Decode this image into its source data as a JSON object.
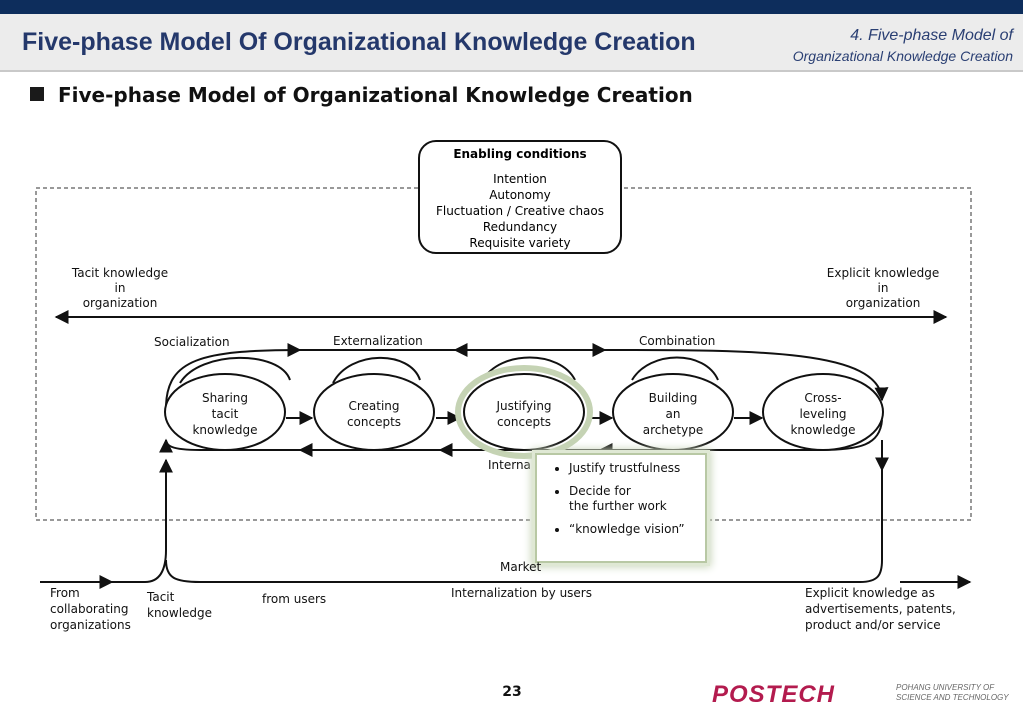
{
  "header": {
    "title": "Five-phase Model Of Organizational Knowledge Creation",
    "subtitle_line1": "4. Five-phase Model of",
    "subtitle_line2": "Organizational Knowledge Creation"
  },
  "section_title": "Five-phase Model of Organizational Knowledge Creation",
  "enabling": {
    "title": "Enabling conditions",
    "items": [
      "Intention",
      "Autonomy",
      "Fluctuation / Creative chaos",
      "Redundancy",
      "Requisite variety"
    ]
  },
  "axis": {
    "tacit": [
      "Tacit knowledge",
      "in",
      "organization"
    ],
    "explicit": [
      "Explicit knowledge",
      "in",
      "organization"
    ]
  },
  "modes": {
    "socialization": "Socialization",
    "externalization": "Externalization",
    "combination": "Combination",
    "internalization": "Internalization"
  },
  "phases": [
    {
      "lines": [
        "Sharing",
        "tacit",
        "knowledge"
      ]
    },
    {
      "lines": [
        "Creating",
        "concepts"
      ]
    },
    {
      "lines": [
        "Justifying",
        "concepts"
      ]
    },
    {
      "lines": [
        "Building",
        "an",
        "archetype"
      ]
    },
    {
      "lines": [
        "Cross-",
        "leveling",
        "knowledge"
      ]
    }
  ],
  "callout": {
    "items": [
      "Justify trustfulness",
      "Decide for\nthe further work",
      "“knowledge vision”"
    ]
  },
  "market": {
    "label": "Market",
    "from_collab": [
      "From",
      "collaborating",
      "organizations"
    ],
    "tacit_knowledge": [
      "Tacit",
      "knowledge"
    ],
    "from_users": "from users",
    "internalization_by_users": "Internalization by users",
    "explicit_output": [
      "Explicit knowledge as",
      "advertisements, patents,",
      "product and/or service"
    ]
  },
  "footer": {
    "page_number": "23",
    "logo_text": "POSTECH",
    "university_line1": "POHANG UNIVERSITY OF",
    "university_line2": "SCIENCE AND TECHNOLOGY"
  }
}
